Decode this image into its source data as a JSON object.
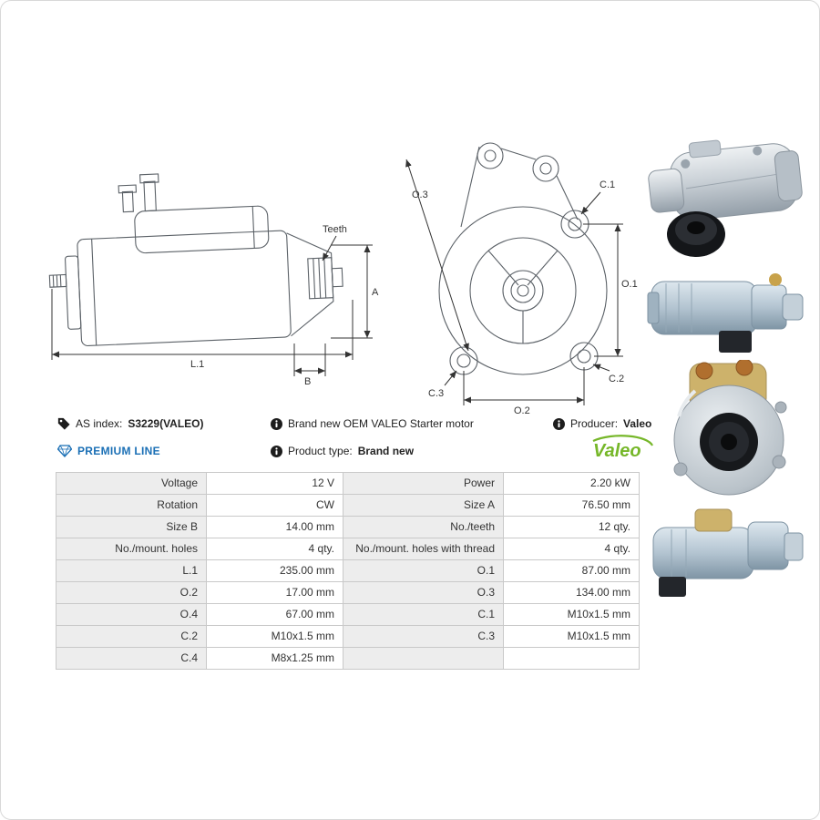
{
  "info": {
    "as_index_label": "AS index:",
    "as_index_value": "S3229(VALEO)",
    "premium_line": "PREMIUM LINE",
    "brand_new_text": "Brand new OEM VALEO Starter motor",
    "product_type_label": "Product type:",
    "product_type_value": "Brand new",
    "producer_label": "Producer:",
    "producer_value": "Valeo",
    "valeo_logo_text": "Valeo"
  },
  "diagram": {
    "side": {
      "teeth": "Teeth",
      "a": "A",
      "b": "B",
      "l1": "L.1"
    },
    "front": {
      "o1": "O.1",
      "o2": "O.2",
      "o3": "O.3",
      "c1": "C.1",
      "c2": "C.2",
      "c3": "C.3"
    }
  },
  "spec_table": {
    "rows": [
      {
        "l1": "Voltage",
        "v1": "12 V",
        "l2": "Power",
        "v2": "2.20 kW"
      },
      {
        "l1": "Rotation",
        "v1": "CW",
        "l2": "Size A",
        "v2": "76.50 mm"
      },
      {
        "l1": "Size B",
        "v1": "14.00 mm",
        "l2": "No./teeth",
        "v2": "12 qty."
      },
      {
        "l1": "No./mount. holes",
        "v1": "4 qty.",
        "l2": "No./mount. holes with thread",
        "v2": "4 qty."
      },
      {
        "l1": "L.1",
        "v1": "235.00 mm",
        "l2": "O.1",
        "v2": "87.00 mm"
      },
      {
        "l1": "O.2",
        "v1": "17.00 mm",
        "l2": "O.3",
        "v2": "134.00 mm"
      },
      {
        "l1": "O.4",
        "v1": "67.00 mm",
        "l2": "C.1",
        "v2": "M10x1.5 mm"
      },
      {
        "l1": "C.2",
        "v1": "M10x1.5 mm",
        "l2": "C.3",
        "v2": "M10x1.5 mm"
      },
      {
        "l1": "C.4",
        "v1": "M8x1.25 mm",
        "l2": "",
        "v2": ""
      }
    ]
  },
  "colors": {
    "accent_blue": "#1a6fb5",
    "valeo_green": "#76b729",
    "table_label_bg": "#ededed",
    "table_border": "#c9c9c9",
    "drawing_stroke": "#5b6167"
  }
}
